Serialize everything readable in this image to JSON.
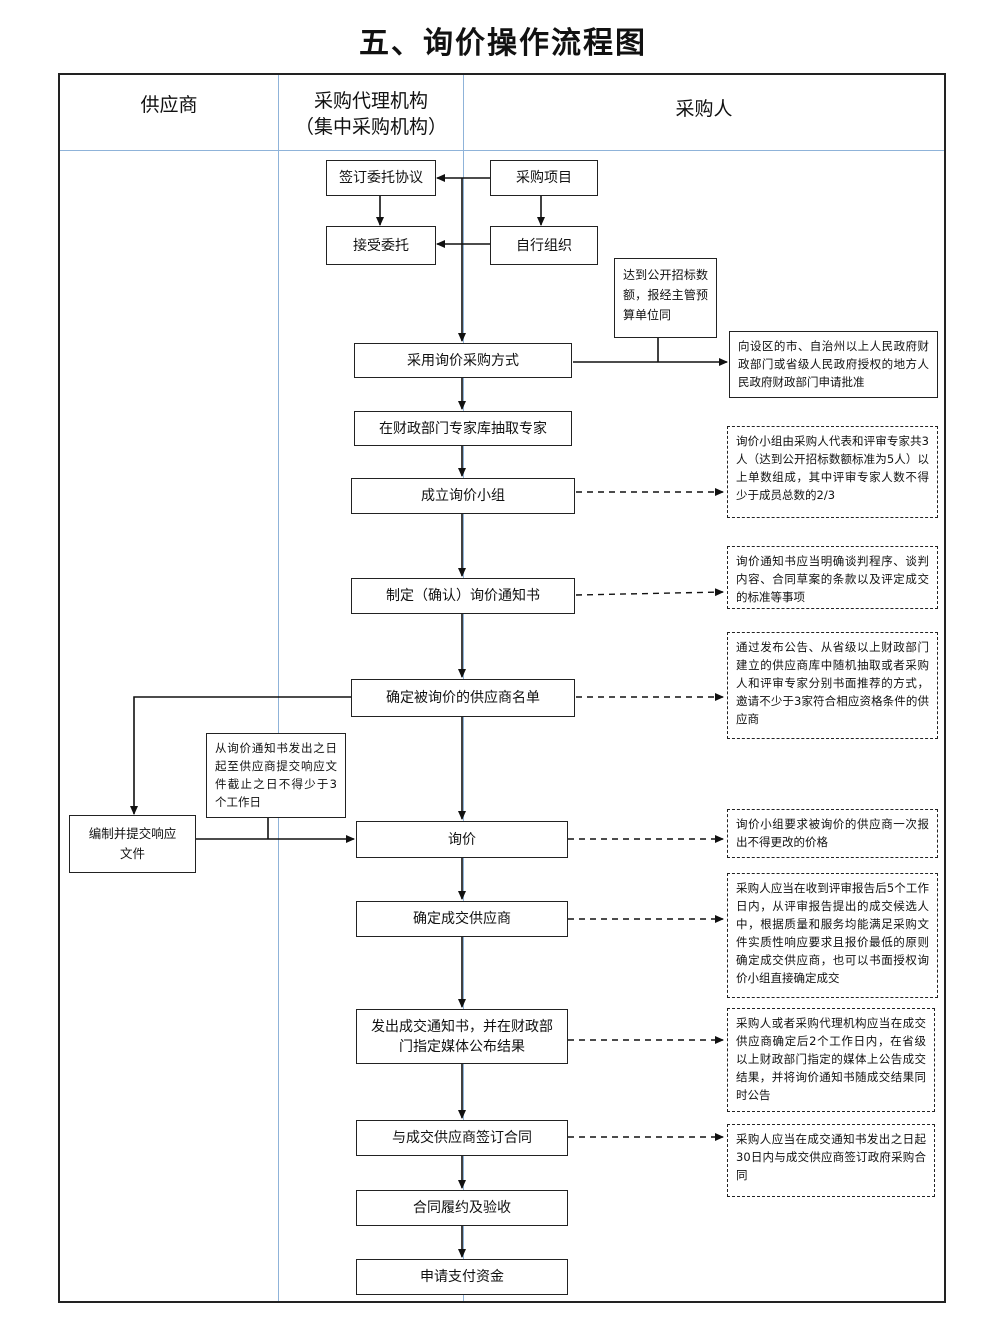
{
  "title": "五、询价操作流程图",
  "lanes": {
    "supplier": "供应商",
    "agency_line1": "采购代理机构",
    "agency_line2": "（集中采购机构）",
    "purchaser": "采购人"
  },
  "steps": {
    "sign_agreement": "签订委托协议",
    "procurement_project": "采购项目",
    "accept_entrustment": "接受委托",
    "self_organize": "自行组织",
    "adopt_inquiry": "采用询价采购方式",
    "draw_experts": "在财政部门专家库抽取专家",
    "form_group": "成立询价小组",
    "make_notice": "制定（确认）询价通知书",
    "determine_suppliers": "确定被询价的供应商名单",
    "prepare_response": "编制并提交响应文件",
    "inquiry": "询价",
    "determine_winner": "确定成交供应商",
    "issue_notice": "发出成交通知书，并在财政部门指定媒体公布结果",
    "sign_contract": "与成交供应商签订合同",
    "perform_accept": "合同履约及验收",
    "apply_payment": "申请支付资金"
  },
  "notes": {
    "threshold": "达到公开招标数额，报经主管预算单位同",
    "approval": "向设区的市、自治州以上人民政府财政部门或省级人民政府授权的地方人民政府财政部门申请批准",
    "group_composition": "询价小组由采购人代表和评审专家共3人（达到公开招标数额标准为5人）以上单数组成，其中评审专家人数不得少于成员总数的2/3",
    "notice_content": "询价通知书应当明确谈判程序、谈判内容、合同草案的条款以及评定成交的标准等事项",
    "supplier_selection": "通过发布公告、从省级以上财政部门建立的供应商库中随机抽取或者采购人和评审专家分别书面推荐的方式，邀请不少于3家符合相应资格条件的供应商",
    "response_deadline": "从询价通知书发出之日起至供应商提交响应文件截止之日不得少于3个工作日",
    "one_price": "询价小组要求被询价的供应商一次报出不得更改的价格",
    "winner_rule": "采购人应当在收到评审报告后5个工作日内，从评审报告提出的成交候选人中，根据质量和服务均能满足采购文件实质性响应要求且报价最低的原则确定成交供应商，也可以书面授权询价小组直接确定成交",
    "announce_rule": "采购人或者采购代理机构应当在成交供应商确定后2个工作日内，在省级以上财政部门指定的媒体上公告成交结果，并将询价通知书随成交结果同时公告",
    "contract_rule": "采购人应当在成交通知书发出之日起30日内与成交供应商签订政府采购合同"
  }
}
